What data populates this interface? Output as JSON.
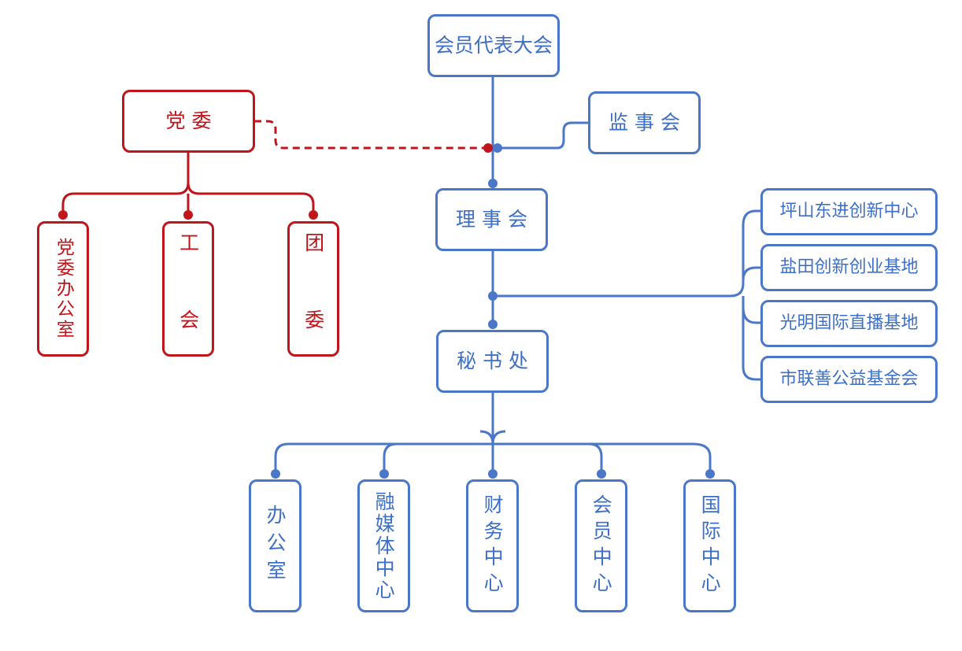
{
  "top": {
    "congress": "会员代表大会",
    "supervisory": "监 事 会",
    "council": "理 事 会",
    "secretariat": "秘 书 处"
  },
  "party": {
    "committee": "党 委",
    "children": [
      "党委办公室",
      "工 会",
      "团 委"
    ]
  },
  "affiliates": [
    "坪山东进创新中心",
    "盐田创新创业基地",
    "光明国际直播基地",
    "市联善公益基金会"
  ],
  "departments": [
    "办公室",
    "融媒体中心",
    "财务中心",
    "会员中心",
    "国际中心"
  ],
  "colors": {
    "blue": "#4a77c8",
    "red": "#c0161b"
  }
}
